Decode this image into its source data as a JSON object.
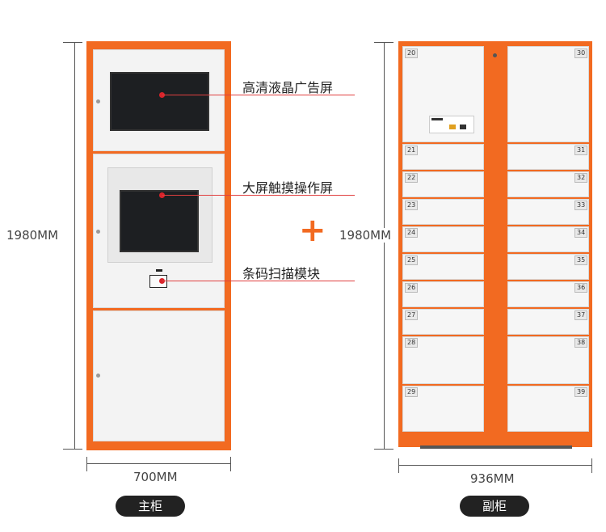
{
  "main_cabinet": {
    "height_label": "1980MM",
    "width_label": "700MM",
    "name": "主柜",
    "callouts": [
      "高清液晶广告屏",
      "大屏触摸操作屏",
      "条码扫描模块"
    ]
  },
  "plus_symbol": "+",
  "sub_cabinet": {
    "height_label": "1980MM",
    "width_label": "936MM",
    "name": "副柜",
    "left_numbers": [
      "20",
      "21",
      "22",
      "23",
      "24",
      "25",
      "26",
      "27",
      "28",
      "29"
    ],
    "right_numbers": [
      "30",
      "31",
      "32",
      "33",
      "34",
      "35",
      "36",
      "37",
      "38",
      "39"
    ]
  },
  "colors": {
    "accent": "#f26a21",
    "callout_line": "#e04040",
    "pill": "#222222"
  }
}
